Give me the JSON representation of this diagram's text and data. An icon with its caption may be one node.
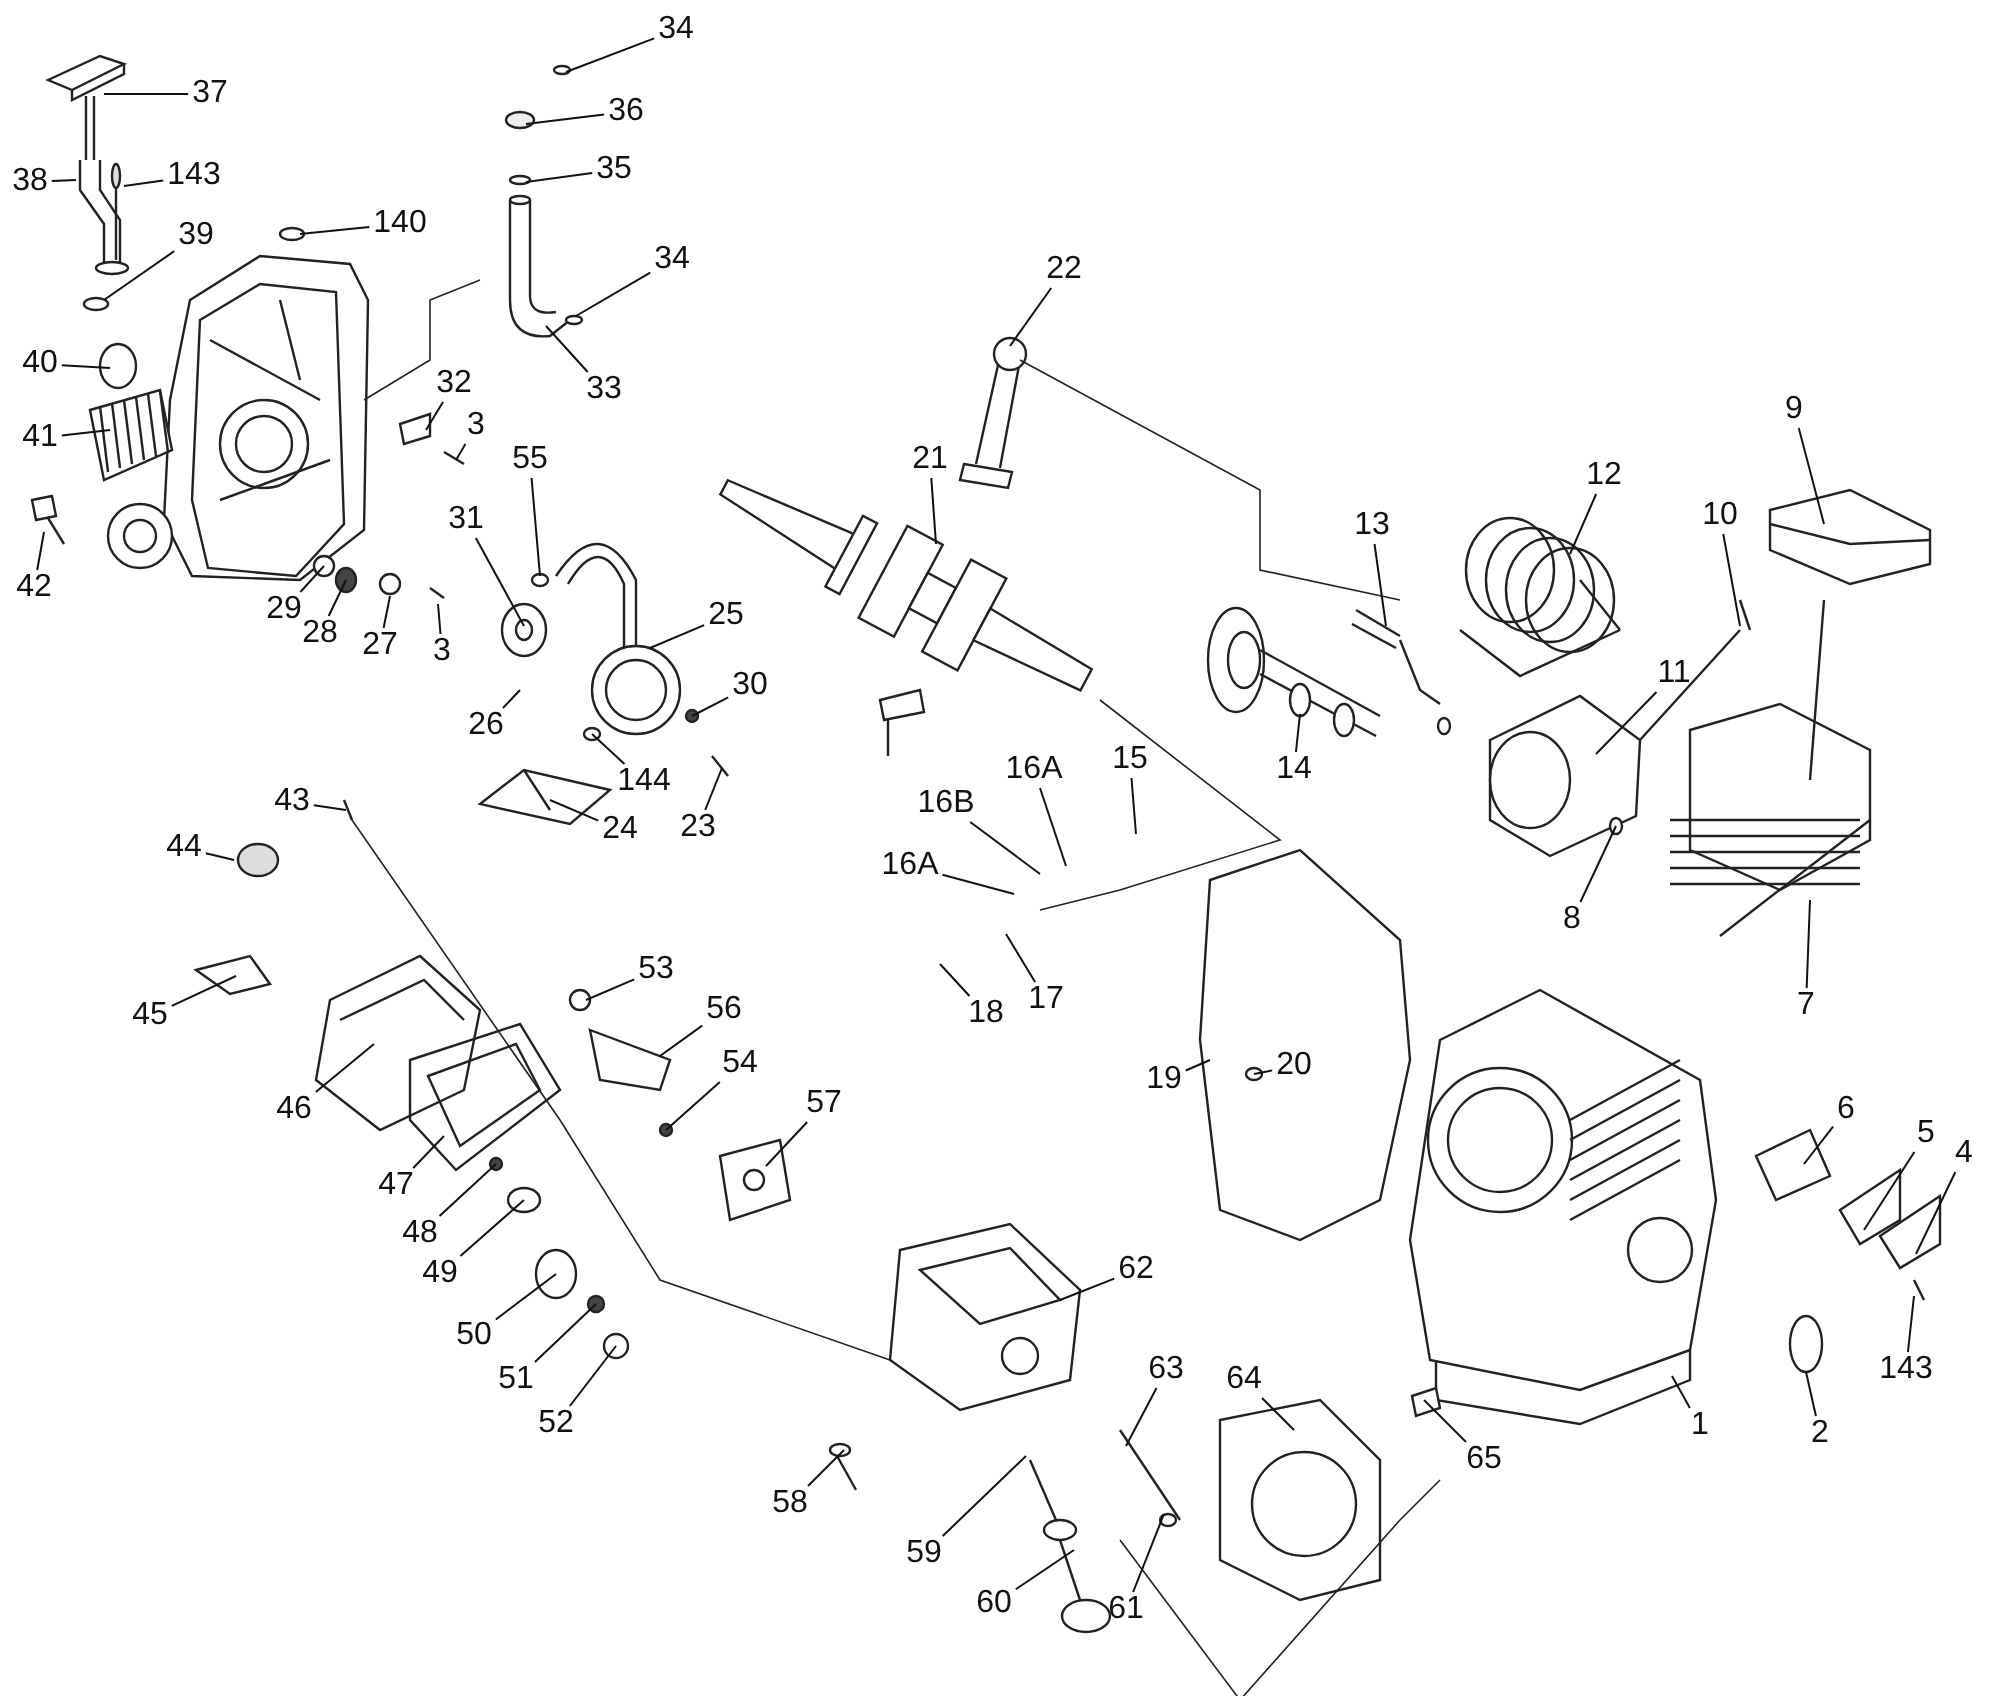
{
  "diagram": {
    "nodes": [
      {
        "text": [
          "37"
        ]
      },
      {
        "text": [
          "38"
        ]
      },
      {
        "text": [
          "143"
        ]
      },
      {
        "text": [
          "39"
        ]
      },
      {
        "text": [
          "140"
        ]
      },
      {
        "text": [
          "40"
        ]
      },
      {
        "text": [
          "41"
        ]
      },
      {
        "text": [
          "42"
        ]
      },
      {
        "text": [
          "34"
        ]
      },
      {
        "text": [
          "36"
        ]
      },
      {
        "text": [
          "35"
        ]
      },
      {
        "text": [
          "34"
        ]
      },
      {
        "text": [
          "33"
        ]
      },
      {
        "text": [
          "32"
        ]
      },
      {
        "text": [
          "3"
        ]
      },
      {
        "text": [
          "55"
        ]
      },
      {
        "text": [
          "31"
        ]
      },
      {
        "text": [
          "25"
        ]
      },
      {
        "text": [
          "30"
        ]
      },
      {
        "text": [
          "23"
        ]
      },
      {
        "text": [
          "26"
        ]
      },
      {
        "text": [
          "144"
        ]
      },
      {
        "text": [
          "24"
        ]
      },
      {
        "text": [
          "29"
        ]
      },
      {
        "text": [
          "28"
        ]
      },
      {
        "text": [
          "27"
        ]
      },
      {
        "text": [
          "3"
        ]
      },
      {
        "text": [
          "22"
        ]
      },
      {
        "text": [
          "21"
        ]
      },
      {
        "text": [
          "13"
        ]
      },
      {
        "text": [
          "12"
        ]
      },
      {
        "text": [
          "11"
        ]
      },
      {
        "text": [
          "9"
        ]
      },
      {
        "text": [
          "10"
        ]
      },
      {
        "text": [
          "14"
        ]
      },
      {
        "text": [
          "15"
        ]
      },
      {
        "text": [
          "16B"
        ]
      },
      {
        "text": [
          "16A"
        ]
      },
      {
        "text": [
          "16A"
        ]
      },
      {
        "text": [
          "17"
        ]
      },
      {
        "text": [
          "18"
        ]
      },
      {
        "text": [
          "19"
        ]
      },
      {
        "text": [
          "20"
        ]
      },
      {
        "text": [
          "8"
        ]
      },
      {
        "text": [
          "7"
        ]
      },
      {
        "text": [
          "6"
        ]
      },
      {
        "text": [
          "5"
        ]
      },
      {
        "text": [
          "4"
        ]
      },
      {
        "text": [
          "143"
        ]
      },
      {
        "text": [
          "2"
        ]
      },
      {
        "text": [
          "1"
        ]
      },
      {
        "text": [
          "65"
        ]
      },
      {
        "text": [
          "64"
        ]
      },
      {
        "text": [
          "63"
        ]
      },
      {
        "text": [
          "62"
        ]
      },
      {
        "text": [
          "61"
        ]
      },
      {
        "text": [
          "60"
        ]
      },
      {
        "text": [
          "59"
        ]
      },
      {
        "text": [
          "58"
        ]
      },
      {
        "text": [
          "57"
        ]
      },
      {
        "text": [
          "54"
        ]
      },
      {
        "text": [
          "56"
        ]
      },
      {
        "text": [
          "53"
        ]
      },
      {
        "text": [
          "52"
        ]
      },
      {
        "text": [
          "51"
        ]
      },
      {
        "text": [
          "50"
        ]
      },
      {
        "text": [
          "49"
        ]
      },
      {
        "text": [
          "48"
        ]
      },
      {
        "text": [
          "47"
        ]
      },
      {
        "text": [
          "46"
        ]
      },
      {
        "text": [
          "45"
        ]
      },
      {
        "text": [
          "44"
        ]
      },
      {
        "text": [
          "43"
        ]
      }
    ],
    "edges": [
      {
        "from": 0,
        "to": null,
        "arrow": "none"
      },
      {
        "from": 1,
        "to": null,
        "arrow": "none"
      },
      {
        "from": 2,
        "to": null,
        "arrow": "none"
      },
      {
        "from": 3,
        "to": null,
        "arrow": "none"
      },
      {
        "from": 4,
        "to": null,
        "arrow": "none"
      },
      {
        "from": 5,
        "to": null,
        "arrow": "none"
      },
      {
        "from": 6,
        "to": null,
        "arrow": "none"
      },
      {
        "from": 7,
        "to": null,
        "arrow": "none"
      },
      {
        "from": 8,
        "to": null,
        "arrow": "none"
      },
      {
        "from": 9,
        "to": null,
        "arrow": "none"
      },
      {
        "from": 10,
        "to": null,
        "arrow": "none"
      },
      {
        "from": 11,
        "to": null,
        "arrow": "none"
      },
      {
        "from": 12,
        "to": null,
        "arrow": "none"
      },
      {
        "from": 13,
        "to": null,
        "arrow": "none"
      },
      {
        "from": 14,
        "to": null,
        "arrow": "none"
      },
      {
        "from": 15,
        "to": null,
        "arrow": "none"
      },
      {
        "from": 16,
        "to": null,
        "arrow": "none"
      },
      {
        "from": 17,
        "to": null,
        "arrow": "none"
      },
      {
        "from": 18,
        "to": null,
        "arrow": "none"
      },
      {
        "from": 19,
        "to": null,
        "arrow": "none"
      },
      {
        "from": 20,
        "to": null,
        "arrow": "none"
      },
      {
        "from": 21,
        "to": null,
        "arrow": "none"
      },
      {
        "from": 22,
        "to": null,
        "arrow": "none"
      },
      {
        "from": 23,
        "to": null,
        "arrow": "none"
      },
      {
        "from": 24,
        "to": null,
        "arrow": "none"
      },
      {
        "from": 25,
        "to": null,
        "arrow": "none"
      },
      {
        "from": 26,
        "to": null,
        "arrow": "none"
      },
      {
        "from": 27,
        "to": null,
        "arrow": "none"
      },
      {
        "from": 28,
        "to": null,
        "arrow": "none"
      },
      {
        "from": 29,
        "to": null,
        "arrow": "none"
      },
      {
        "from": 30,
        "to": null,
        "arrow": "none"
      },
      {
        "from": 31,
        "to": null,
        "arrow": "none"
      },
      {
        "from": 32,
        "to": null,
        "arrow": "none"
      },
      {
        "from": 33,
        "to": null,
        "arrow": "none"
      },
      {
        "from": 34,
        "to": null,
        "arrow": "none"
      },
      {
        "from": 35,
        "to": null,
        "arrow": "none"
      },
      {
        "from": 36,
        "to": null,
        "arrow": "none"
      },
      {
        "from": 37,
        "to": null,
        "arrow": "none"
      },
      {
        "from": 38,
        "to": null,
        "arrow": "none"
      },
      {
        "from": 39,
        "to": null,
        "arrow": "none"
      },
      {
        "from": 40,
        "to": null,
        "arrow": "none"
      },
      {
        "from": 41,
        "to": null,
        "arrow": "none"
      },
      {
        "from": 42,
        "to": null,
        "arrow": "none"
      },
      {
        "from": 43,
        "to": null,
        "arrow": "none"
      },
      {
        "from": 44,
        "to": null,
        "arrow": "none"
      },
      {
        "from": 45,
        "to": null,
        "arrow": "none"
      },
      {
        "from": 46,
        "to": null,
        "arrow": "none"
      },
      {
        "from": 47,
        "to": null,
        "arrow": "none"
      },
      {
        "from": 48,
        "to": null,
        "arrow": "none"
      },
      {
        "from": 49,
        "to": null,
        "arrow": "none"
      },
      {
        "from": 50,
        "to": null,
        "arrow": "none"
      },
      {
        "from": 51,
        "to": null,
        "arrow": "none"
      },
      {
        "from": 52,
        "to": null,
        "arrow": "none"
      },
      {
        "from": 53,
        "to": null,
        "arrow": "none"
      },
      {
        "from": 54,
        "to": null,
        "arrow": "none"
      },
      {
        "from": 55,
        "to": null,
        "arrow": "none"
      },
      {
        "from": 56,
        "to": null,
        "arrow": "none"
      },
      {
        "from": 57,
        "to": null,
        "arrow": "none"
      },
      {
        "from": 58,
        "to": null,
        "arrow": "none"
      },
      {
        "from": 59,
        "to": null,
        "arrow": "none"
      },
      {
        "from": 60,
        "to": null,
        "arrow": "none"
      },
      {
        "from": 61,
        "to": null,
        "arrow": "none"
      },
      {
        "from": 62,
        "to": null,
        "arrow": "none"
      },
      {
        "from": 63,
        "to": null,
        "arrow": "none"
      },
      {
        "from": 64,
        "to": null,
        "arrow": "none"
      },
      {
        "from": 65,
        "to": null,
        "arrow": "none"
      },
      {
        "from": 66,
        "to": null,
        "arrow": "none"
      },
      {
        "from": 67,
        "to": null,
        "arrow": "none"
      },
      {
        "from": 68,
        "to": null,
        "arrow": "none"
      },
      {
        "from": 69,
        "to": null,
        "arrow": "none"
      },
      {
        "from": 70,
        "to": null,
        "arrow": "none"
      },
      {
        "from": 71,
        "to": null,
        "arrow": "none"
      },
      {
        "from": 72,
        "to": null,
        "arrow": "none"
      }
    ]
  }
}
